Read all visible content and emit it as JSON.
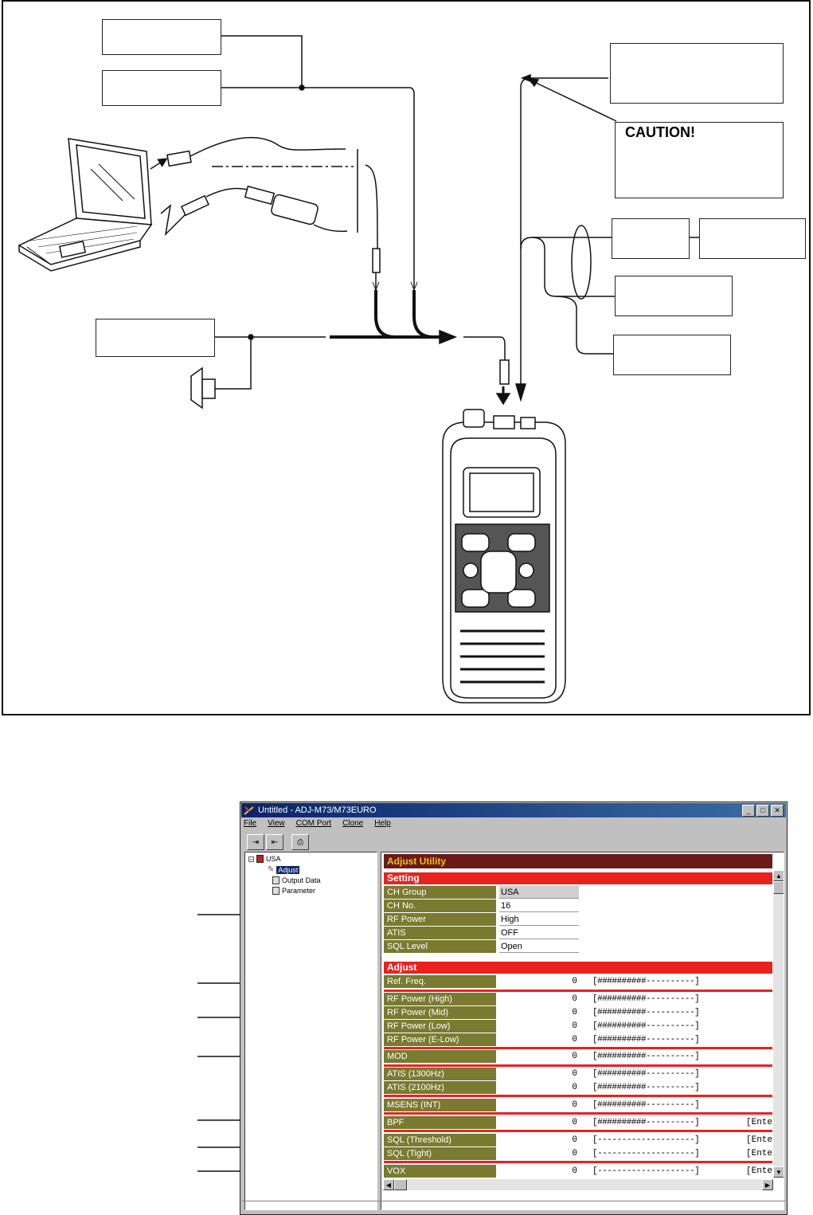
{
  "caution": {
    "title": "CAUTION!"
  },
  "window": {
    "title": "Untitled - ADJ-M73/M73EURO",
    "menu": [
      "File",
      "View",
      "COM Port",
      "Clone",
      "Help"
    ],
    "tree": {
      "root": "USA",
      "items": [
        "Adjust",
        "Output Data",
        "Parameter"
      ]
    },
    "header": "Adjust Utility",
    "setting": {
      "label": "Setting",
      "rows": [
        {
          "label": "CH Group",
          "value": "USA"
        },
        {
          "label": "CH No.",
          "value": "16"
        },
        {
          "label": "RF Power",
          "value": "High"
        },
        {
          "label": "ATIS",
          "value": "OFF"
        },
        {
          "label": "SQL Level",
          "value": "Open"
        }
      ]
    },
    "adjust": {
      "label": "Adjust",
      "rows": [
        {
          "label": "Ref. Freq.",
          "value": "0",
          "bar": "[##########----------]",
          "enter": ""
        },
        {
          "label": "RF Power (High)",
          "value": "0",
          "bar": "[##########----------]",
          "enter": ""
        },
        {
          "label": "RF Power (Mid)",
          "value": "0",
          "bar": "[##########----------]",
          "enter": ""
        },
        {
          "label": "RF Power (Low)",
          "value": "0",
          "bar": "[##########----------]",
          "enter": ""
        },
        {
          "label": "RF Power (E-Low)",
          "value": "0",
          "bar": "[##########----------]",
          "enter": ""
        },
        {
          "label": "MOD",
          "value": "0",
          "bar": "[##########----------]",
          "enter": ""
        },
        {
          "label": "ATIS (1300Hz)",
          "value": "0",
          "bar": "[##########----------]",
          "enter": ""
        },
        {
          "label": "ATIS (2100Hz)",
          "value": "0",
          "bar": "[##########----------]",
          "enter": ""
        },
        {
          "label": "MSENS (INT)",
          "value": "0",
          "bar": "[##########----------]",
          "enter": ""
        },
        {
          "label": "BPF",
          "value": "0",
          "bar": "[##########----------]",
          "enter": "[Enter]"
        },
        {
          "label": "SQL (Threshold)",
          "value": "0",
          "bar": "[--------------------]",
          "enter": "[Enter]"
        },
        {
          "label": "SQL (Tight)",
          "value": "0",
          "bar": "[--------------------]",
          "enter": "[Enter]"
        },
        {
          "label": "VOX",
          "value": "0",
          "bar": "[--------------------]",
          "enter": "[Enter]"
        }
      ]
    }
  }
}
